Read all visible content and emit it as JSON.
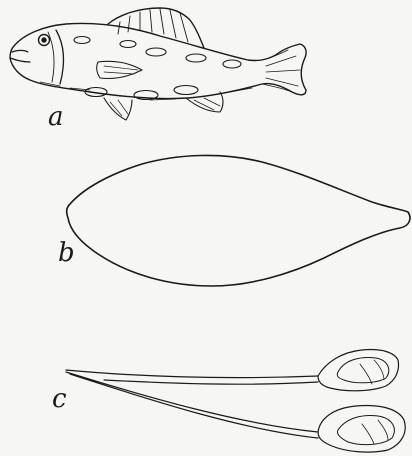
{
  "figures": [
    {
      "label": "a"
    },
    {
      "label": "b"
    },
    {
      "label": "c"
    }
  ],
  "colors": {
    "ink": "#1a1a1a",
    "paper": "#f6f6f3"
  }
}
